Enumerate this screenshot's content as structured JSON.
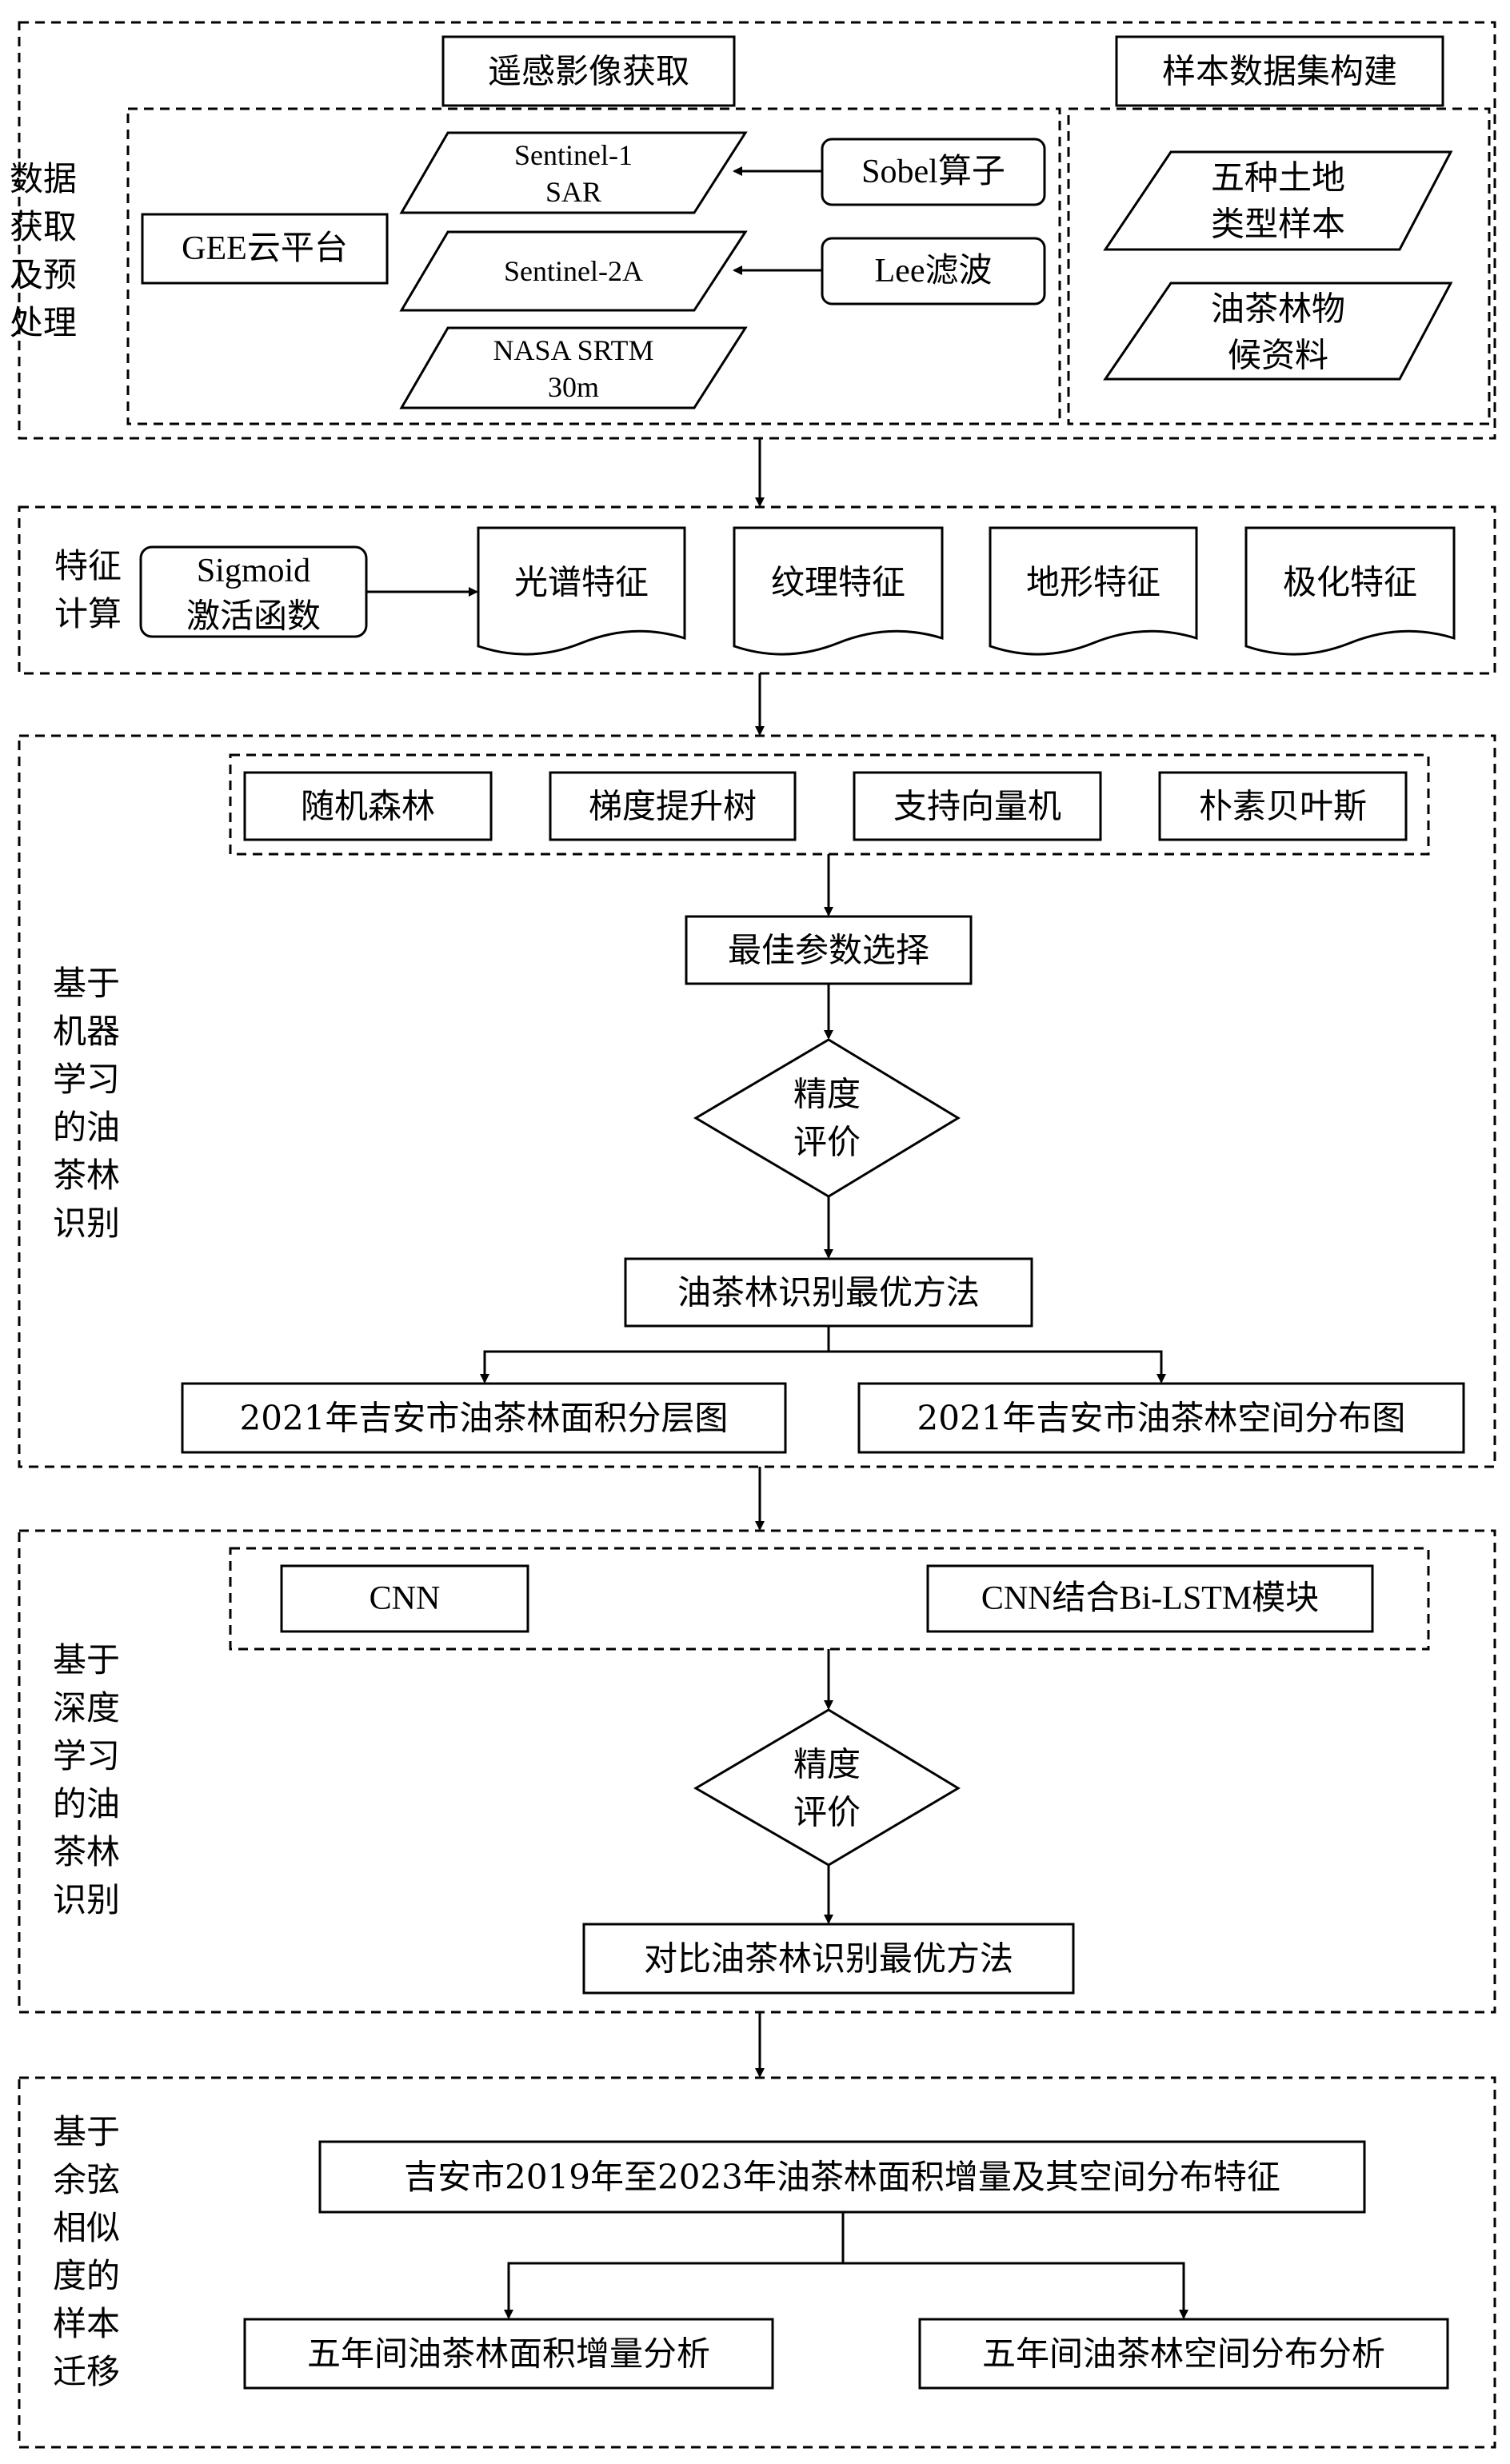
{
  "colors": {
    "stroke": "#000000",
    "background": "#ffffff"
  },
  "stage1": {
    "side_label": [
      "数据",
      "获取",
      "及预",
      "处理"
    ],
    "remote_title": "遥感影像获取",
    "sample_title": "样本数据集构建",
    "gee": "GEE云平台",
    "s1": [
      "Sentinel-1",
      "SAR"
    ],
    "s2": "Sentinel-2A",
    "srtm": [
      "NASA SRTM",
      "30m"
    ],
    "sobel": "Sobel算子",
    "lee": "Lee滤波",
    "landtype": [
      "五种土地",
      "类型样本"
    ],
    "phenology": [
      "油茶林物",
      "候资料"
    ]
  },
  "stage2": {
    "side_label": [
      "特征",
      "计算"
    ],
    "sigmoid": [
      "Sigmoid",
      "激活函数"
    ],
    "features": [
      "光谱特征",
      "纹理特征",
      "地形特征",
      "极化特征"
    ]
  },
  "stage3": {
    "side_label": [
      "基于",
      "机器",
      "学习",
      "的油",
      "茶林",
      "识别"
    ],
    "models": [
      "随机森林",
      "梯度提升树",
      "支持向量机",
      "朴素贝叶斯"
    ],
    "param": "最佳参数选择",
    "eval": [
      "精度",
      "评价"
    ],
    "best": "油茶林识别最优方法",
    "out_left": "2021年吉安市油茶林面积分层图",
    "out_right": "2021年吉安市油茶林空间分布图"
  },
  "stage4": {
    "side_label": [
      "基于",
      "深度",
      "学习",
      "的油",
      "茶林",
      "识别"
    ],
    "cnn": "CNN",
    "cnn_lstm": "CNN结合Bi-LSTM模块",
    "eval": [
      "精度",
      "评价"
    ],
    "best": "对比油茶林识别最优方法"
  },
  "stage5": {
    "side_label": [
      "基于",
      "余弦",
      "相似",
      "度的",
      "样本",
      "迁移"
    ],
    "main": "吉安市2019年至2023年油茶林面积增量及其空间分布特征",
    "out_left": "五年间油茶林面积增量分析",
    "out_right": "五年间油茶林空间分布分析"
  }
}
